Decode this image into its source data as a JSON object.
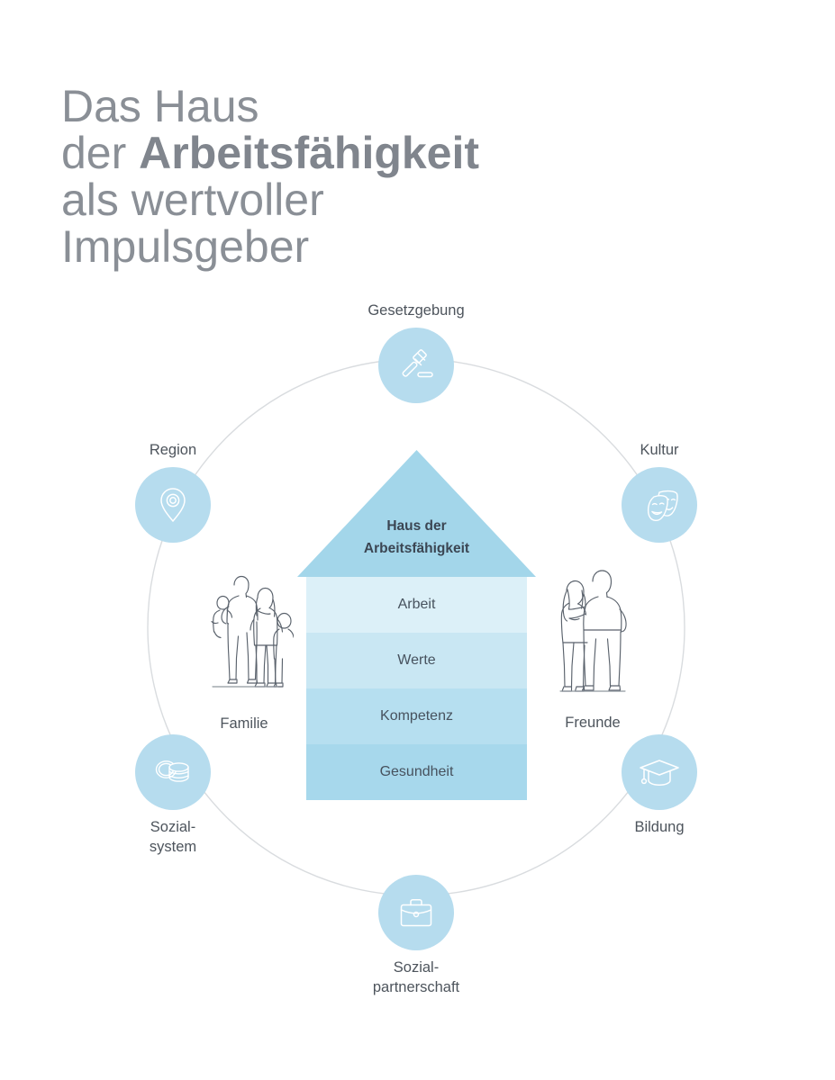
{
  "title": {
    "line1": "Das Haus",
    "line2_prefix": "der ",
    "line2_strong": "Arbeitsfähigkeit",
    "line3": "als wertvoller",
    "line4": "Impulsgeber"
  },
  "house": {
    "roof_label_line1": "Haus der",
    "roof_label_line2": "Arbeitsfähigkeit",
    "floors": [
      {
        "label": "Arbeit",
        "color": "#dcf0f8"
      },
      {
        "label": "Werte",
        "color": "#c9e7f3"
      },
      {
        "label": "Kompetenz",
        "color": "#b6dff0"
      },
      {
        "label": "Gesundheit",
        "color": "#a7d8ec"
      }
    ],
    "roof_color": "#a3d6ea",
    "text_color": "#3b4653"
  },
  "nodes": [
    {
      "id": "gesetzgebung",
      "label": "Gesetzgebung",
      "icon": "gavel-icon",
      "label_position": "above"
    },
    {
      "id": "kultur",
      "label": "Kultur",
      "icon": "theater-masks-icon",
      "label_position": "above"
    },
    {
      "id": "bildung",
      "label": "Bildung",
      "icon": "graduation-cap-icon",
      "label_position": "below"
    },
    {
      "id": "sozialpart",
      "label": "Sozial-\npartnerschaft",
      "icon": "briefcase-icon",
      "label_position": "below"
    },
    {
      "id": "sozialsystem",
      "label": "Sozial-\nsystem",
      "icon": "coins-icon",
      "label_position": "below"
    },
    {
      "id": "region",
      "label": "Region",
      "icon": "map-pin-icon",
      "label_position": "above"
    }
  ],
  "people": [
    {
      "id": "familie",
      "label": "Familie",
      "icon": "family-illustration"
    },
    {
      "id": "freunde",
      "label": "Freunde",
      "icon": "friends-illustration"
    }
  ],
  "colors": {
    "node_circle": "#b6dcee",
    "ring_stroke": "#d9dcdf",
    "title_gray": "#8a8f96",
    "label_gray": "#4d545c",
    "background": "#ffffff"
  }
}
